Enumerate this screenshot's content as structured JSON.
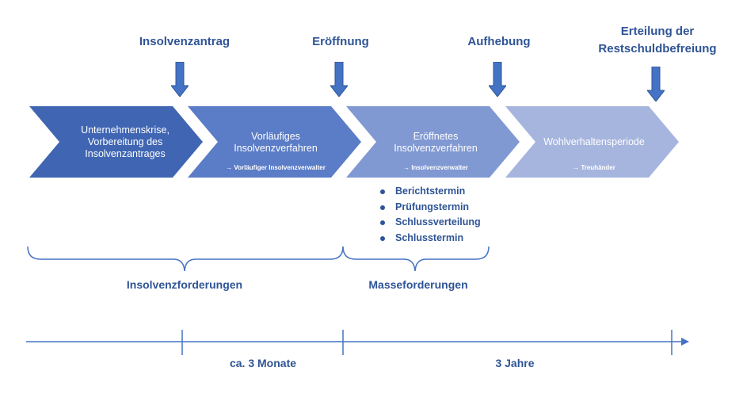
{
  "events": [
    {
      "label": "Insolvenzantrag"
    },
    {
      "label": "Eröffnung"
    },
    {
      "label": "Aufhebung"
    },
    {
      "label": "Erteilung der\nRestschuldbefreiung"
    }
  ],
  "phases": [
    {
      "label": "Unternehmenskrise,\nVorbereitung des\nInsolvenzantrages",
      "sub": "",
      "color": "#3f65b3"
    },
    {
      "label": "Vorläufiges\nInsolvenzverfahren",
      "sub": "→ Vorläufiger Insolvenzverwalter",
      "color": "#5b7cc6"
    },
    {
      "label": "Eröffnetes\nInsolvenzverfahren",
      "sub": "→ Insolvenzverwalter",
      "color": "#8199d2"
    },
    {
      "label": "Wohlverhaltensperiode",
      "sub": "→ Treuhänder",
      "color": "#a6b5de"
    }
  ],
  "terms": [
    "Berichtstermin",
    "Prüfungstermin",
    "Schlussverteilung",
    "Schlusstermin"
  ],
  "claims": [
    {
      "label": "Insolvenzforderungen"
    },
    {
      "label": "Masseforderungen"
    }
  ],
  "durations": [
    {
      "label": "ca. 3 Monate"
    },
    {
      "label": "3 Jahre"
    }
  ],
  "colors": {
    "accent": "#2f5496",
    "arrow": "#4472c4"
  }
}
